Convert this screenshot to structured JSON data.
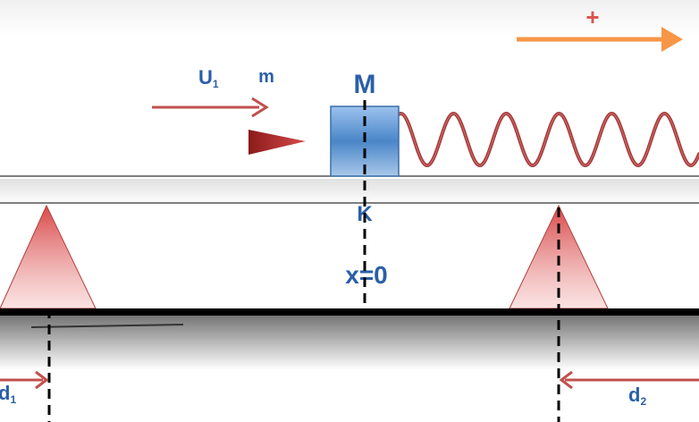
{
  "labels": {
    "plus": "+",
    "u1_main": "U",
    "u1_sub": "1",
    "m": "m",
    "M": "M",
    "K": "K",
    "x0": "x=0",
    "d1_main": "d",
    "d1_sub": "1",
    "d2_main": "d",
    "d2_sub": "2"
  },
  "colors": {
    "label_blue": "#2a5fa8",
    "arrow_red": "#c0504d",
    "arrow_orange": "#f79646",
    "block_blue": "#4a86c8",
    "spring": "#a23a3a",
    "support": "#e06060"
  }
}
